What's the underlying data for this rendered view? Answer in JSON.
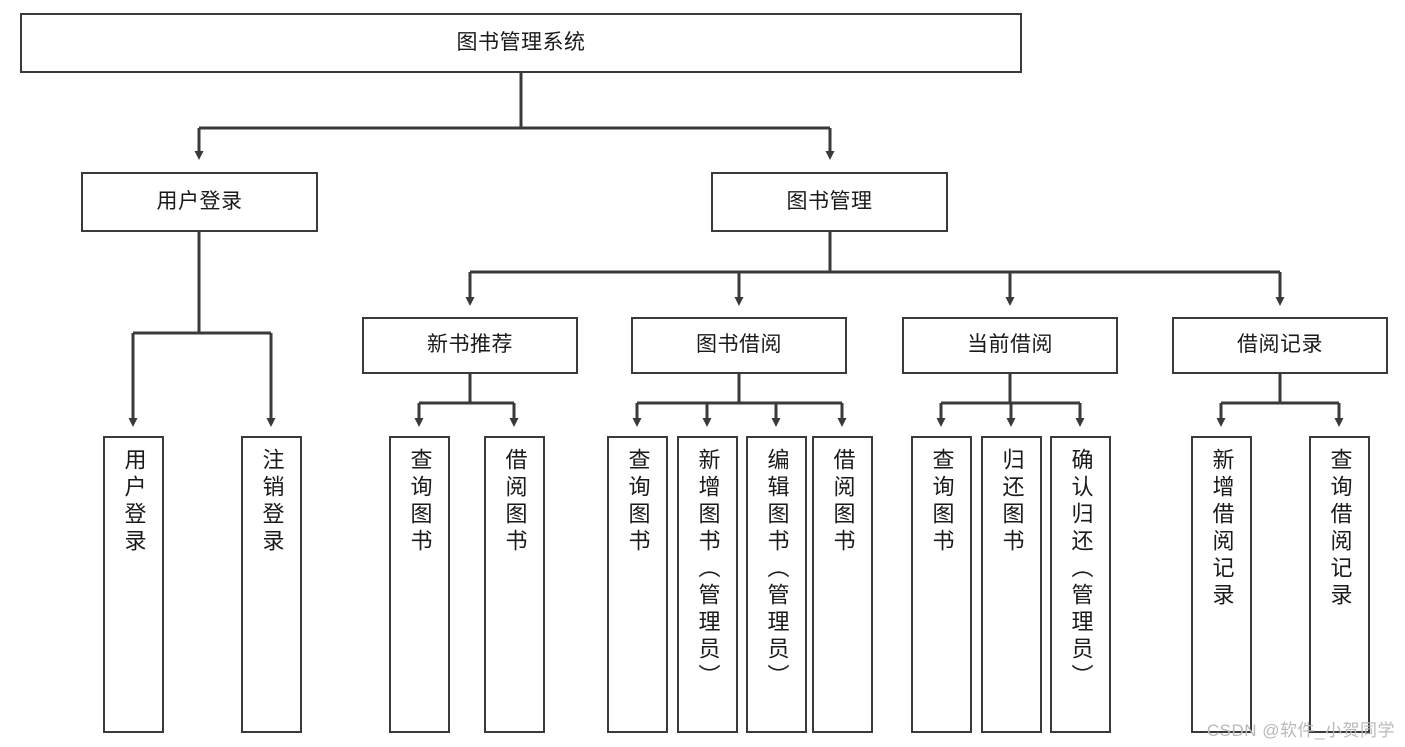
{
  "diagram": {
    "type": "hierarchy-tree",
    "title": "图书管理系统",
    "root": {
      "id": "root",
      "label": "图书管理系统"
    },
    "level2": [
      {
        "id": "user-login",
        "label": "用户登录"
      },
      {
        "id": "book-manage",
        "label": "图书管理"
      }
    ],
    "level3": [
      {
        "id": "new-book-recommend",
        "label": "新书推荐",
        "parent": "book-manage"
      },
      {
        "id": "book-borrow",
        "label": "图书借阅",
        "parent": "book-manage"
      },
      {
        "id": "current-borrow",
        "label": "当前借阅",
        "parent": "book-manage"
      },
      {
        "id": "borrow-record",
        "label": "借阅记录",
        "parent": "book-manage"
      }
    ],
    "leaves": [
      {
        "id": "leaf-user-login",
        "label": "用户登录",
        "parent": "user-login"
      },
      {
        "id": "leaf-user-logout",
        "label": "注销登录",
        "parent": "user-login"
      },
      {
        "id": "leaf-query-book-1",
        "label": "查询图书",
        "parent": "new-book-recommend"
      },
      {
        "id": "leaf-borrow-book-1",
        "label": "借阅图书",
        "parent": "new-book-recommend"
      },
      {
        "id": "leaf-query-book-2",
        "label": "查询图书",
        "parent": "book-borrow"
      },
      {
        "id": "leaf-add-book",
        "label": "新增图书（管理员）",
        "parent": "book-borrow"
      },
      {
        "id": "leaf-edit-book",
        "label": "编辑图书（管理员）",
        "parent": "book-borrow"
      },
      {
        "id": "leaf-borrow-book-2",
        "label": "借阅图书",
        "parent": "book-borrow"
      },
      {
        "id": "leaf-query-book-3",
        "label": "查询图书",
        "parent": "current-borrow"
      },
      {
        "id": "leaf-return-book",
        "label": "归还图书",
        "parent": "current-borrow"
      },
      {
        "id": "leaf-confirm-return",
        "label": "确认归还（管理员）",
        "parent": "current-borrow"
      },
      {
        "id": "leaf-add-record",
        "label": "新增借阅记录",
        "parent": "borrow-record"
      },
      {
        "id": "leaf-query-record",
        "label": "查询借阅记录",
        "parent": "borrow-record"
      }
    ],
    "colors": {
      "box_stroke": "#3a3a3a",
      "box_fill": "#ffffff",
      "edge": "#3a3a3a",
      "text": "#1a1a1a",
      "watermark": "#b9b9b9"
    }
  },
  "watermark": {
    "text": "CSDN @软件_小贺同学"
  }
}
